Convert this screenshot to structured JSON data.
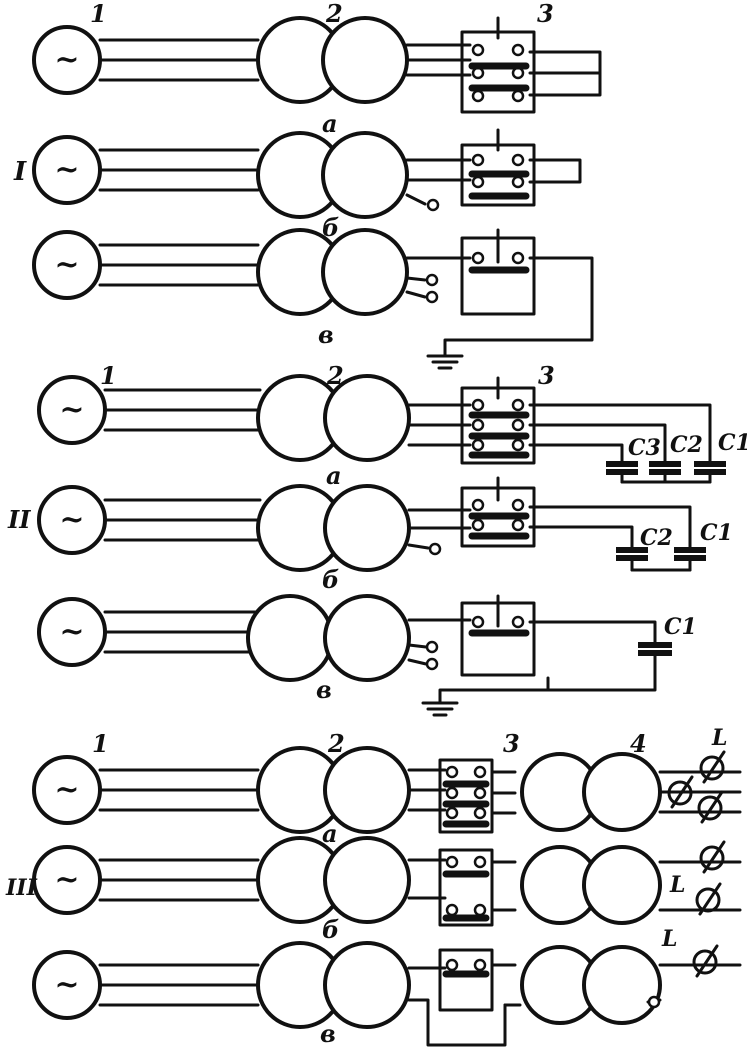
{
  "group_labels": [
    "I",
    "II",
    "III"
  ],
  "component_numbers": [
    "1",
    "2",
    "3",
    "4"
  ],
  "sub_labels": [
    "а",
    "б",
    "в"
  ],
  "capacitor_labels": [
    "C3",
    "C2",
    "C1"
  ],
  "lamp_label": "L",
  "generator_symbol": "~",
  "icons": {
    "generator": "generator-icon",
    "transformer": "transformer-icon",
    "switchboard": "switch-box-icon",
    "capacitor": "capacitor-icon",
    "lamp": "variable-lamp-icon",
    "ground": "ground-icon"
  }
}
